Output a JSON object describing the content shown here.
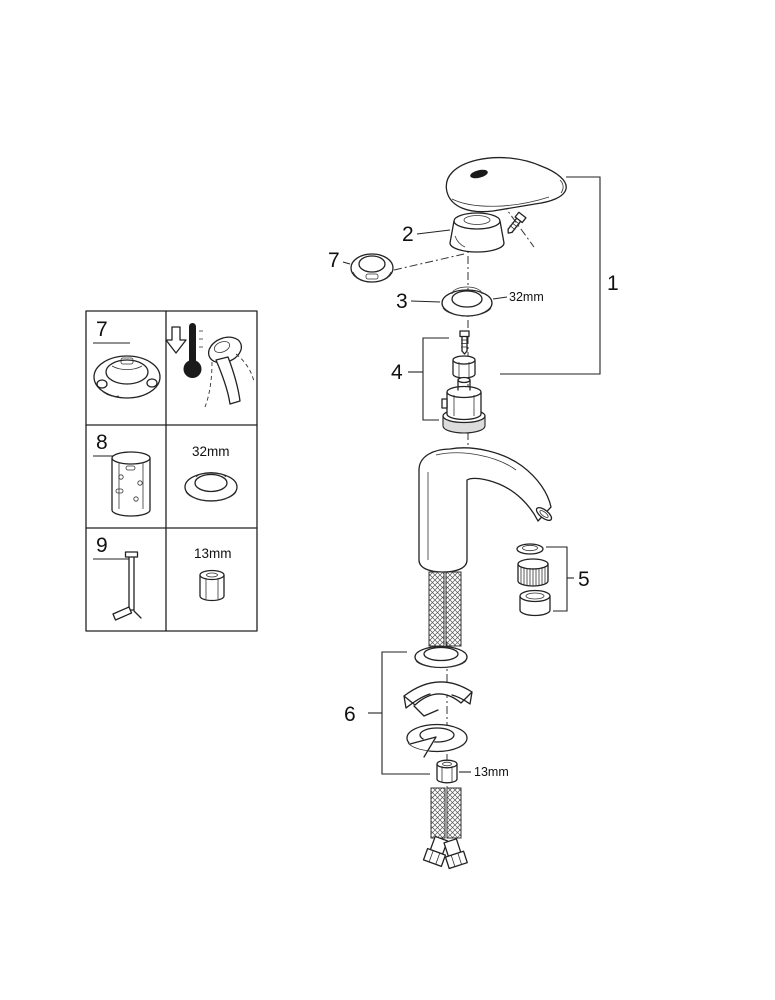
{
  "callouts": {
    "part1": "1",
    "part2": "2",
    "part3": "3",
    "part4": "4",
    "part5": "5",
    "part6": "6",
    "part7": "7"
  },
  "dimensions": {
    "ring": "32mm",
    "nut": "13mm"
  },
  "legend": {
    "row7": {
      "num": "7"
    },
    "row8": {
      "num": "8",
      "dim": "32mm"
    },
    "row9": {
      "num": "9",
      "dim": "13mm"
    }
  },
  "colors": {
    "line": "#222222",
    "background": "#ffffff"
  }
}
